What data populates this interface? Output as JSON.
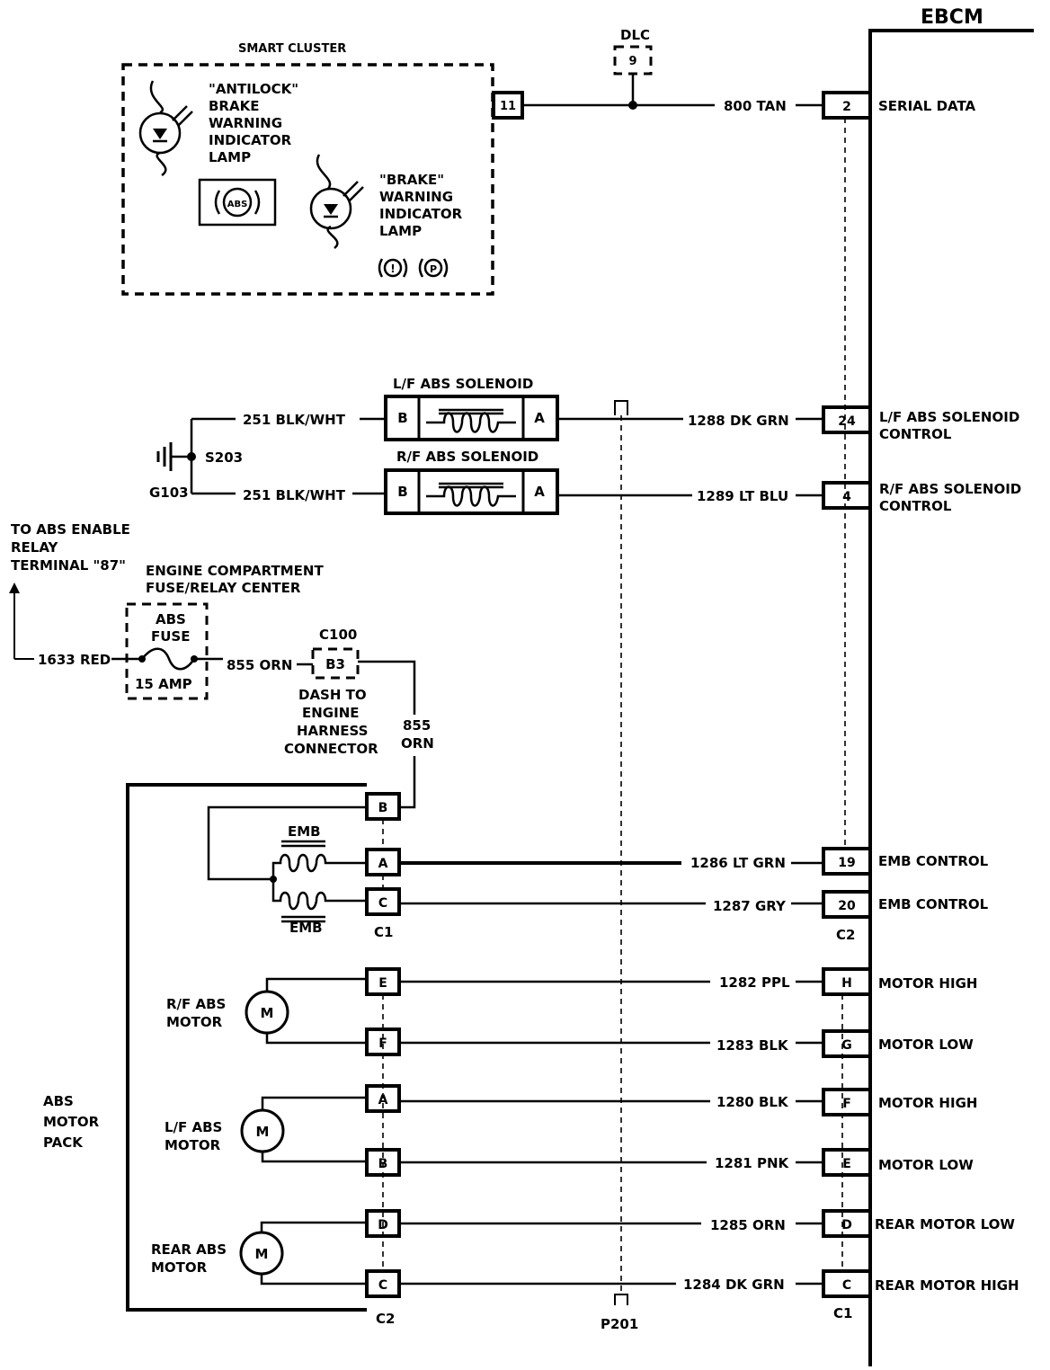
{
  "ebcm": {
    "title": "EBCM",
    "c2": "C2",
    "c1": "C1",
    "pins": [
      {
        "pin": "2",
        "func1": "SERIAL DATA",
        "func2": "",
        "wire": "800 TAN"
      },
      {
        "pin": "24",
        "func1": "L/F ABS SOLENOID",
        "func2": "CONTROL",
        "wire": "1288 DK GRN"
      },
      {
        "pin": "4",
        "func1": "R/F ABS SOLENOID",
        "func2": "CONTROL",
        "wire": "1289 LT BLU"
      },
      {
        "pin": "19",
        "func1": "EMB CONTROL",
        "func2": "",
        "wire": "1286 LT GRN"
      },
      {
        "pin": "20",
        "func1": "EMB CONTROL",
        "func2": "",
        "wire": "1287 GRY"
      },
      {
        "pin": "H",
        "func1": "MOTOR HIGH",
        "func2": "",
        "wire": "1282 PPL"
      },
      {
        "pin": "G",
        "func1": "MOTOR LOW",
        "func2": "",
        "wire": "1283 BLK"
      },
      {
        "pin": "F",
        "func1": "MOTOR HIGH",
        "func2": "",
        "wire": "1280 BLK"
      },
      {
        "pin": "E",
        "func1": "MOTOR LOW",
        "func2": "",
        "wire": "1281 PNK"
      },
      {
        "pin": "D",
        "func1": "REAR MOTOR LOW",
        "func2": "",
        "wire": "1285 ORN"
      },
      {
        "pin": "C",
        "func1": "REAR MOTOR HIGH",
        "func2": "",
        "wire": "1284 DK GRN"
      }
    ]
  },
  "cluster": {
    "title": "SMART CLUSTER",
    "pin": "11",
    "lamp1": [
      "\"ANTILOCK\"",
      "BRAKE",
      "WARNING",
      "INDICATOR",
      "LAMP"
    ],
    "lamp2": [
      "\"BRAKE\"",
      "WARNING",
      "INDICATOR",
      "LAMP"
    ],
    "abs_symbol": "ABS",
    "brake_symbol1": "!",
    "brake_symbol2": "P"
  },
  "dlc": {
    "label": "DLC",
    "pin": "9"
  },
  "solenoids": {
    "lf": {
      "title": "L/F ABS SOLENOID",
      "pin_b": "B",
      "pin_a": "A",
      "wire_b": "251 BLK/WHT"
    },
    "rf": {
      "title": "R/F ABS SOLENOID",
      "pin_b": "B",
      "pin_a": "A",
      "wire_b": "251 BLK/WHT"
    },
    "splice": "S203",
    "ground": "G103"
  },
  "fuse": {
    "to_relay": [
      "TO ABS ENABLE",
      "RELAY",
      "TERMINAL \"87\""
    ],
    "center": [
      "ENGINE COMPARTMENT",
      "FUSE/RELAY CENTER"
    ],
    "name": [
      "ABS",
      "FUSE"
    ],
    "rating": "15 AMP",
    "in_wire": "1633 RED",
    "out_wire": "855 ORN",
    "connector": "C100",
    "connector_pin": "B3",
    "connector_desc": [
      "DASH TO",
      "ENGINE",
      "HARNESS",
      "CONNECTOR"
    ],
    "down_wire": [
      "855",
      "ORN"
    ]
  },
  "motor_pack": {
    "title": [
      "ABS",
      "MOTOR",
      "PACK"
    ],
    "emb_top": "EMB",
    "emb_bottom": "EMB",
    "c1": "C1",
    "c2": "C2",
    "pins_c1": [
      "B",
      "A",
      "C"
    ],
    "pins_c2": [
      "E",
      "F",
      "A",
      "B",
      "D",
      "C"
    ],
    "rf_motor": [
      "R/F ABS",
      "MOTOR"
    ],
    "lf_motor": [
      "L/F ABS",
      "MOTOR"
    ],
    "rear_motor": [
      "REAR ABS",
      "MOTOR"
    ],
    "motor_symbol": "M"
  },
  "shield_ground": "P201"
}
